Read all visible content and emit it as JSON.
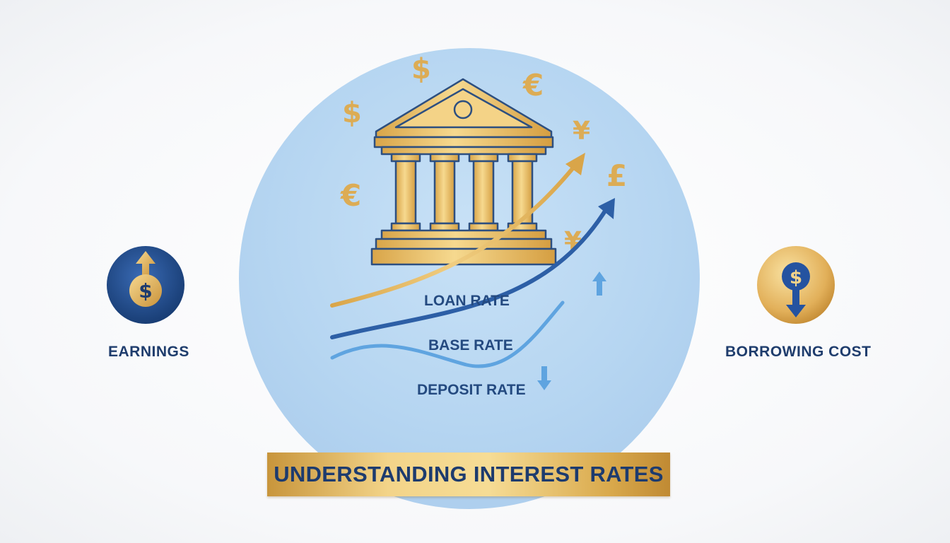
{
  "title": "UNDERSTANDING INTEREST RATES",
  "left": {
    "label": "EARNINGS",
    "icon": "dollar-arrow-up-icon"
  },
  "right": {
    "label": "BORROWING COST",
    "icon": "dollar-arrow-down-icon"
  },
  "rates": {
    "loan": "LOAN RATE",
    "base": "BASE RATE",
    "deposit": "DEPOSIT RATE"
  },
  "currency_symbols": {
    "dollar_top": "$",
    "dollar_left": "$",
    "euro_top": "€",
    "euro_left": "€",
    "yen_top": "¥",
    "yen_right": "¥",
    "pound": "£"
  },
  "colors": {
    "navy": "#1f3d6d",
    "blue": "#2d5fa6",
    "light_blue": "#5fa4e0",
    "gold": "#dcac55",
    "circle": "#b5d5f1"
  }
}
